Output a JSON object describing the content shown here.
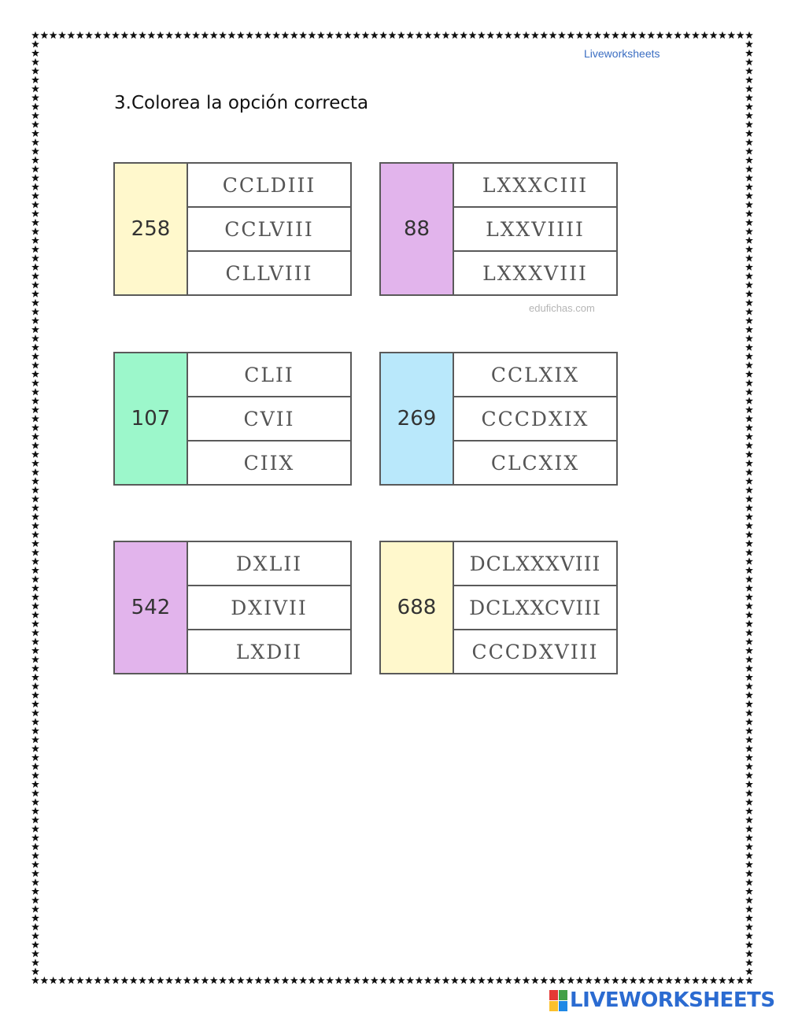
{
  "header": {
    "brand_label": "Liveworksheets"
  },
  "instruction": "3.Colorea la opción correcta",
  "credit": "edufichas.com",
  "footer": {
    "logo_text": "LIVEWORKSHEETS"
  },
  "colors": {
    "yellow": "#fff8cc",
    "lilac": "#e2b4ec",
    "mint": "#9cf7cb",
    "sky": "#b9e8fb",
    "border": "#5a5a5a",
    "brand_blue": "#2b6bd1"
  },
  "questions": [
    {
      "number": "258",
      "color": "#fff8cc",
      "options": [
        "CCLDIII",
        "CCLVIII",
        "CLLVIII"
      ]
    },
    {
      "number": "88",
      "color": "#e2b4ec",
      "options": [
        "LXXXCIII",
        "LXXVIIII",
        "LXXXVIII"
      ]
    },
    {
      "number": "107",
      "color": "#9cf7cb",
      "options": [
        "CLII",
        "CVII",
        "CIIX"
      ]
    },
    {
      "number": "269",
      "color": "#b9e8fb",
      "options": [
        "CCLXIX",
        "CCCDXIX",
        "CLCXIX"
      ]
    },
    {
      "number": "542",
      "color": "#e2b4ec",
      "options": [
        "DXLII",
        "DXIVII",
        "LXDII"
      ]
    },
    {
      "number": "688",
      "color": "#fff8cc",
      "options": [
        "DCLXXXVIII",
        "DCLXXCVIII",
        "CCCDXVIII"
      ]
    }
  ]
}
